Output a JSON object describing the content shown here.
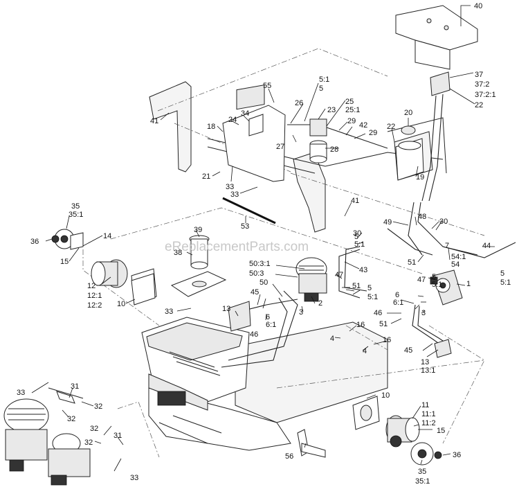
{
  "watermark": "eReplacementParts.com",
  "callouts": {
    "c40": "40",
    "c37": "37",
    "c37_2": "37:2",
    "c37_2_1": "37:2:1",
    "c22a": "22",
    "c55": "55",
    "c5_1a": "5:1",
    "c5a": "5",
    "c25": "25",
    "c25_1": "25:1",
    "c26": "26",
    "c23": "23",
    "c34": "34",
    "c24": "24",
    "c18": "18",
    "c27": "27",
    "c29a": "29",
    "c42": "42",
    "c29b": "29",
    "c20": "20",
    "c22b": "22",
    "c28": "28",
    "c41a": "41",
    "c21": "21",
    "c33a": "33",
    "c33b": "33",
    "c19": "19",
    "c41b": "41",
    "c53": "53",
    "c35a": "35",
    "c35_1a": "35:1",
    "c36a": "36",
    "c14": "14",
    "c15a": "15",
    "c39": "39",
    "c38": "38",
    "c12": "12",
    "c12_1": "12:1",
    "c12_2": "12:2",
    "c10a": "10",
    "c33c": "33",
    "c49": "49",
    "c48": "48",
    "c30a": "30",
    "c30b": "30",
    "c44": "44",
    "c5_1b": "5:1",
    "c5b": "5",
    "c51a": "51",
    "c7": "7",
    "c54_1": "54:1",
    "c54": "54",
    "c43": "43",
    "c50_3_1": "50:3:1",
    "c50_3": "50:3",
    "c50": "50",
    "c47a": "47",
    "c5c": "5",
    "c5_1c": "5:1",
    "c47b": "47",
    "c5d": "5",
    "c5_1d": "5:1",
    "c1": "1",
    "c5e": "5",
    "c5_1e": "5:1",
    "c51b": "51",
    "c13a": "13",
    "c45a": "45",
    "c6a": "6",
    "c6_1a": "6:1",
    "c3a": "3",
    "c2": "2",
    "c46a": "46",
    "c6b": "6",
    "c6_1b": "6:1",
    "c3b": "3",
    "c46b": "46",
    "c51c": "51",
    "c16a": "16",
    "c4a": "4",
    "c16b": "16",
    "c4b": "4",
    "c45b": "45",
    "c13b": "13",
    "c13_1": "13:1",
    "c33d": "33",
    "c31a": "31",
    "c32a": "32",
    "c32b": "32",
    "c31b": "31",
    "c32c": "32",
    "c32d": "32",
    "c33e": "33",
    "c10b": "10",
    "c11": "11",
    "c11_1": "11:1",
    "c11_2": "11:2",
    "c15b": "15",
    "c56": "56",
    "c36b": "36",
    "c35b": "35",
    "c35_1b": "35:1"
  }
}
